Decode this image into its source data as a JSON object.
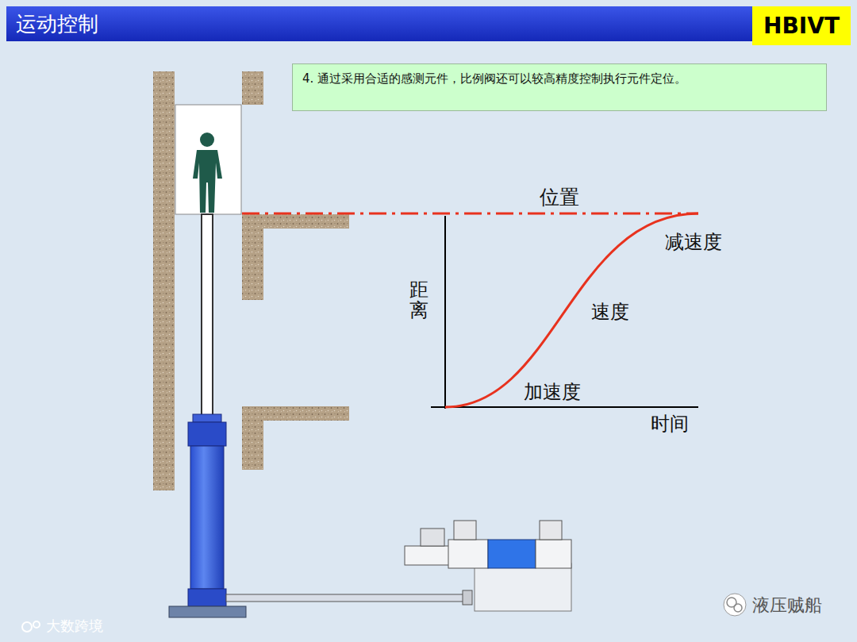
{
  "diagram": {
    "title": "运动控制",
    "nodes": [
      {
        "text": [
          "HBIVT"
        ]
      },
      {
        "text": [
          "4. 通过采用合适的感测元件，比例阀还可以较高精度控制执行元件定位。"
        ]
      }
    ],
    "labels": [
      "位置",
      "减速度",
      "速度",
      "加速度",
      "距离",
      "时间",
      "大数跨境",
      "液压贼船"
    ]
  }
}
